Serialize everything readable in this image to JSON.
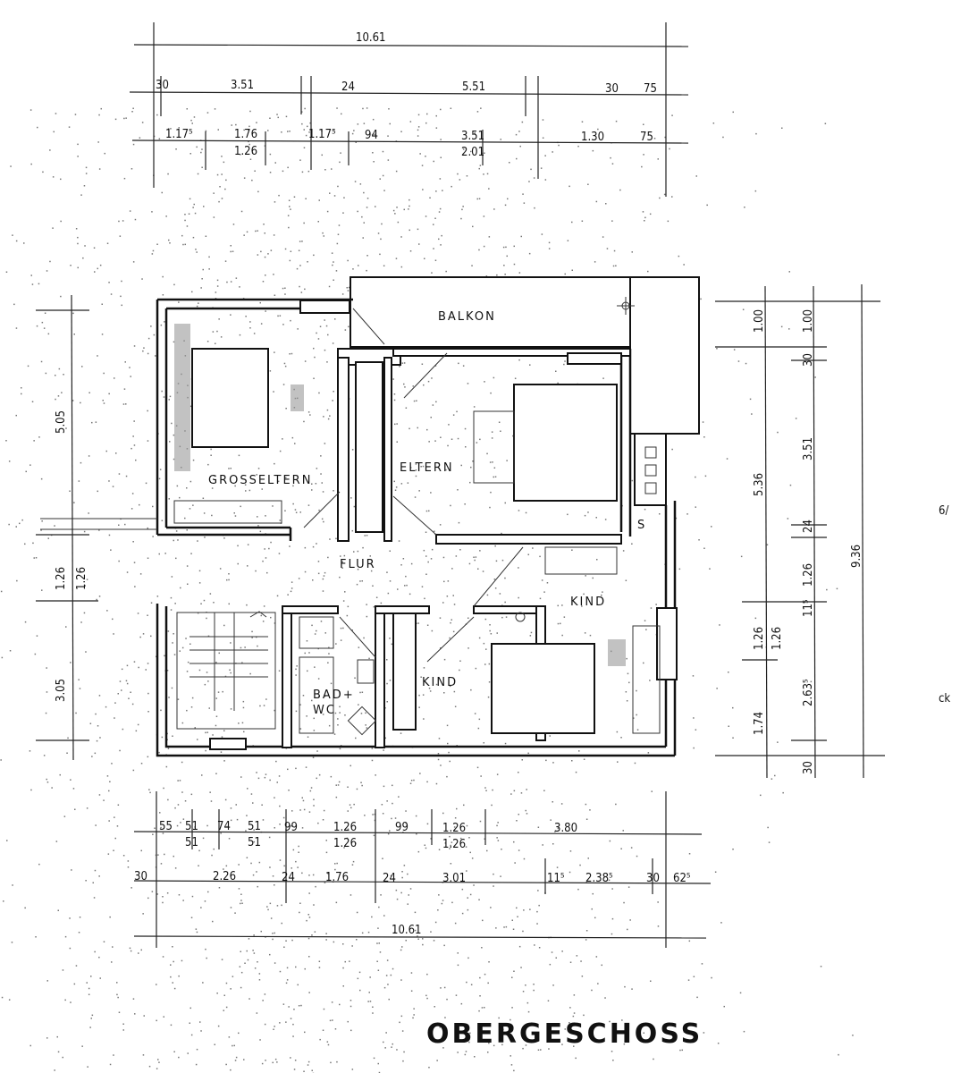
{
  "title": "OBERGESCHOSS",
  "rooms": {
    "balkon": "BALKON",
    "grosseltern": "GROSSELTERN",
    "eltern": "ELTERN",
    "flur": "FLUR",
    "kind_right": "KIND",
    "kind_lower": "KIND",
    "bad_1": "BAD+",
    "bad_2": "WC",
    "schacht": "S"
  },
  "dimensions": {
    "top": {
      "row1": [
        "10.61"
      ],
      "row2": [
        "30",
        "3.51",
        "24",
        "5.51",
        "30",
        "75"
      ],
      "row3": [
        "1.17⁵",
        "1.76",
        "1.26",
        "1.17⁵",
        "94",
        "3.51",
        "2.01",
        "1.30",
        "75"
      ]
    },
    "bottom": {
      "row1": [
        "55",
        "51",
        "51",
        "74",
        "51",
        "51",
        "99",
        "1.26",
        "1.26",
        "99",
        "1.26",
        "1.26",
        "3.80"
      ],
      "row2": [
        "30",
        "2.26",
        "24",
        "1.76",
        "24",
        "3.01",
        "11⁵",
        "2.38⁵",
        "30",
        "62⁵"
      ],
      "row3": [
        "10.61"
      ]
    },
    "left": [
      "5.05",
      "1.26",
      "1.26",
      "3.05"
    ],
    "right": [
      "1.00",
      "1.00",
      "30",
      "5.36",
      "3.51",
      "24",
      "1.26",
      "11⁵",
      "9.36",
      "1.26",
      "1.26",
      "2.63⁵",
      "1.74",
      "30"
    ]
  },
  "margin_marks": [
    "6/",
    "ck"
  ]
}
